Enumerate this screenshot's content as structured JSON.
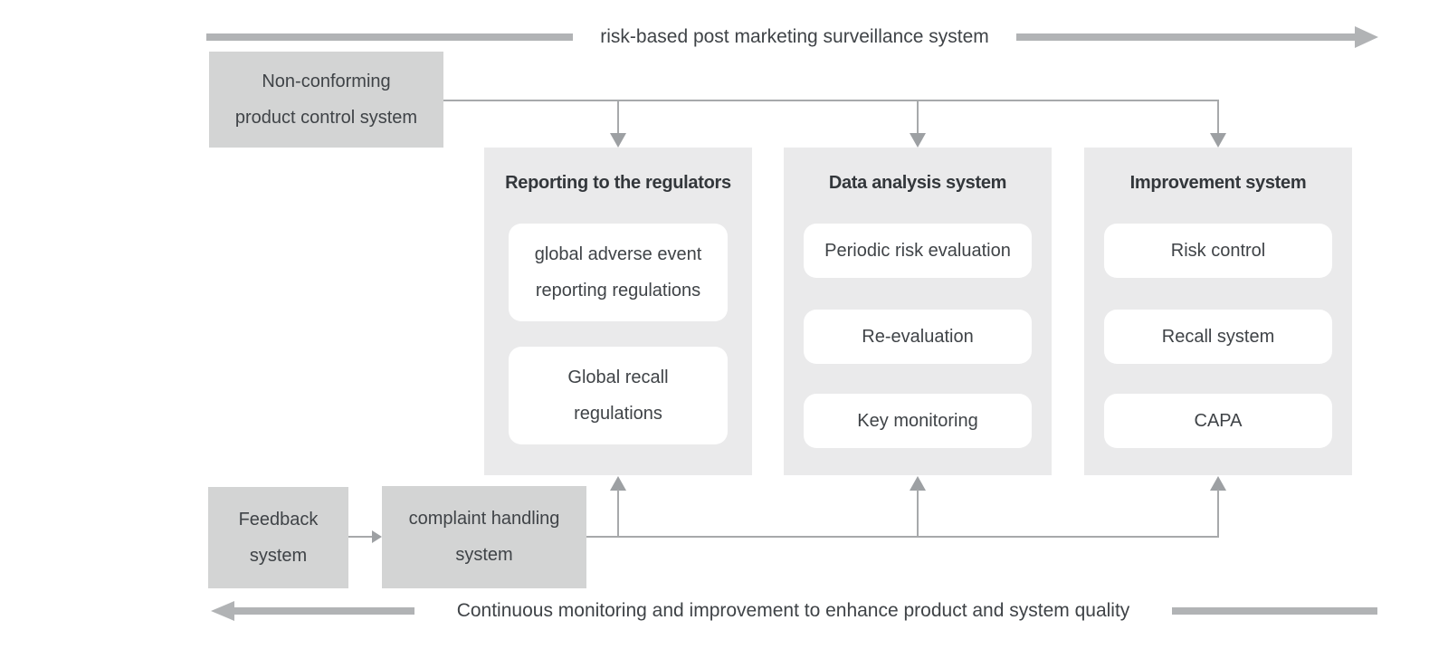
{
  "diagram": {
    "top_banner": {
      "label": "risk-based post marketing surveillance system"
    },
    "bottom_banner": {
      "label": "Continuous monitoring and improvement to enhance product and system quality"
    },
    "non_conforming_box": {
      "lines": [
        "Non-conforming",
        "product control system"
      ]
    },
    "feedback_box": {
      "lines": [
        "Feedback",
        "system"
      ]
    },
    "complaint_box": {
      "lines": [
        "complaint handling",
        "system"
      ]
    },
    "columns": [
      {
        "header": "Reporting to the regulators",
        "items": [
          {
            "lines": [
              "global adverse event",
              "reporting regulations"
            ]
          },
          {
            "lines": [
              "Global recall",
              "regulations"
            ]
          }
        ]
      },
      {
        "header": "Data analysis system",
        "items": [
          {
            "lines": [
              "Periodic risk evaluation"
            ]
          },
          {
            "lines": [
              "Re-evaluation"
            ]
          },
          {
            "lines": [
              "Key monitoring"
            ]
          }
        ]
      },
      {
        "header": "Improvement system",
        "items": [
          {
            "lines": [
              "Risk control"
            ]
          },
          {
            "lines": [
              "Recall system"
            ]
          },
          {
            "lines": [
              "CAPA"
            ]
          }
        ]
      }
    ],
    "colors": {
      "thick_arrow": "#b1b3b5",
      "thin_line": "#a7a9ab",
      "arrowhead": "#9da0a3",
      "solid_box_bg": "#d3d4d4",
      "column_bg": "#eaeaeb",
      "item_bg": "#ffffff",
      "text": "#3f4347",
      "header_text": "#33373b"
    }
  }
}
